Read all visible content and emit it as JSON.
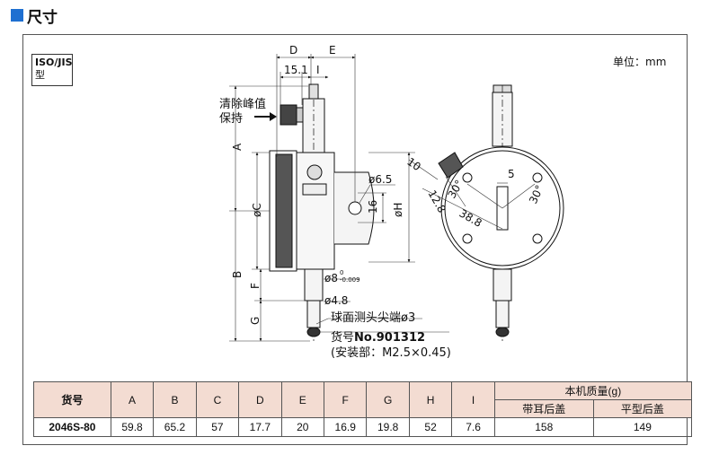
{
  "title": "尺寸",
  "standard_box": {
    "line1": "ISO/JIS",
    "line2": "型"
  },
  "unit_label": "单位：mm",
  "drawing": {
    "dim_D": "D",
    "dim_E": "E",
    "dim_15_1": "15.1",
    "dim_I": "I",
    "dim_A": "A",
    "dim_C": "øC",
    "dim_H": "øH",
    "dim_B": "B",
    "dim_F": "F",
    "dim_G": "G",
    "dim_65": "ø6.5",
    "dim_16": "16",
    "dim_8": "ø8",
    "tol_upper": "0",
    "tol_lower": "-0.009",
    "dim_48": "ø4.8",
    "clear_peak_line1": "清除峰值",
    "clear_peak_line2": "保持",
    "note_ball": "球面测头尖端ø3",
    "note_part_prefix": "货号",
    "note_part_number": "No.901312",
    "note_mount": "(安装部：M2.5×0.45)",
    "dim_10": "10",
    "dim_12_8": "12.8",
    "dim_30_left": "30°",
    "dim_38_8": "38.8",
    "dim_5": "5",
    "dim_30_right": "30°"
  },
  "table": {
    "header": {
      "model": "货号",
      "cols": [
        "A",
        "B",
        "C",
        "D",
        "E",
        "F",
        "G",
        "H",
        "I"
      ],
      "mass_group": "本机质量(g)",
      "mass_cols": [
        "带耳后盖",
        "平型后盖"
      ]
    },
    "rows": [
      {
        "model": "2046S-80",
        "values": [
          "59.8",
          "65.2",
          "57",
          "17.7",
          "20",
          "16.9",
          "19.8",
          "52",
          "7.6"
        ],
        "mass": [
          "158",
          "149"
        ]
      }
    ]
  }
}
